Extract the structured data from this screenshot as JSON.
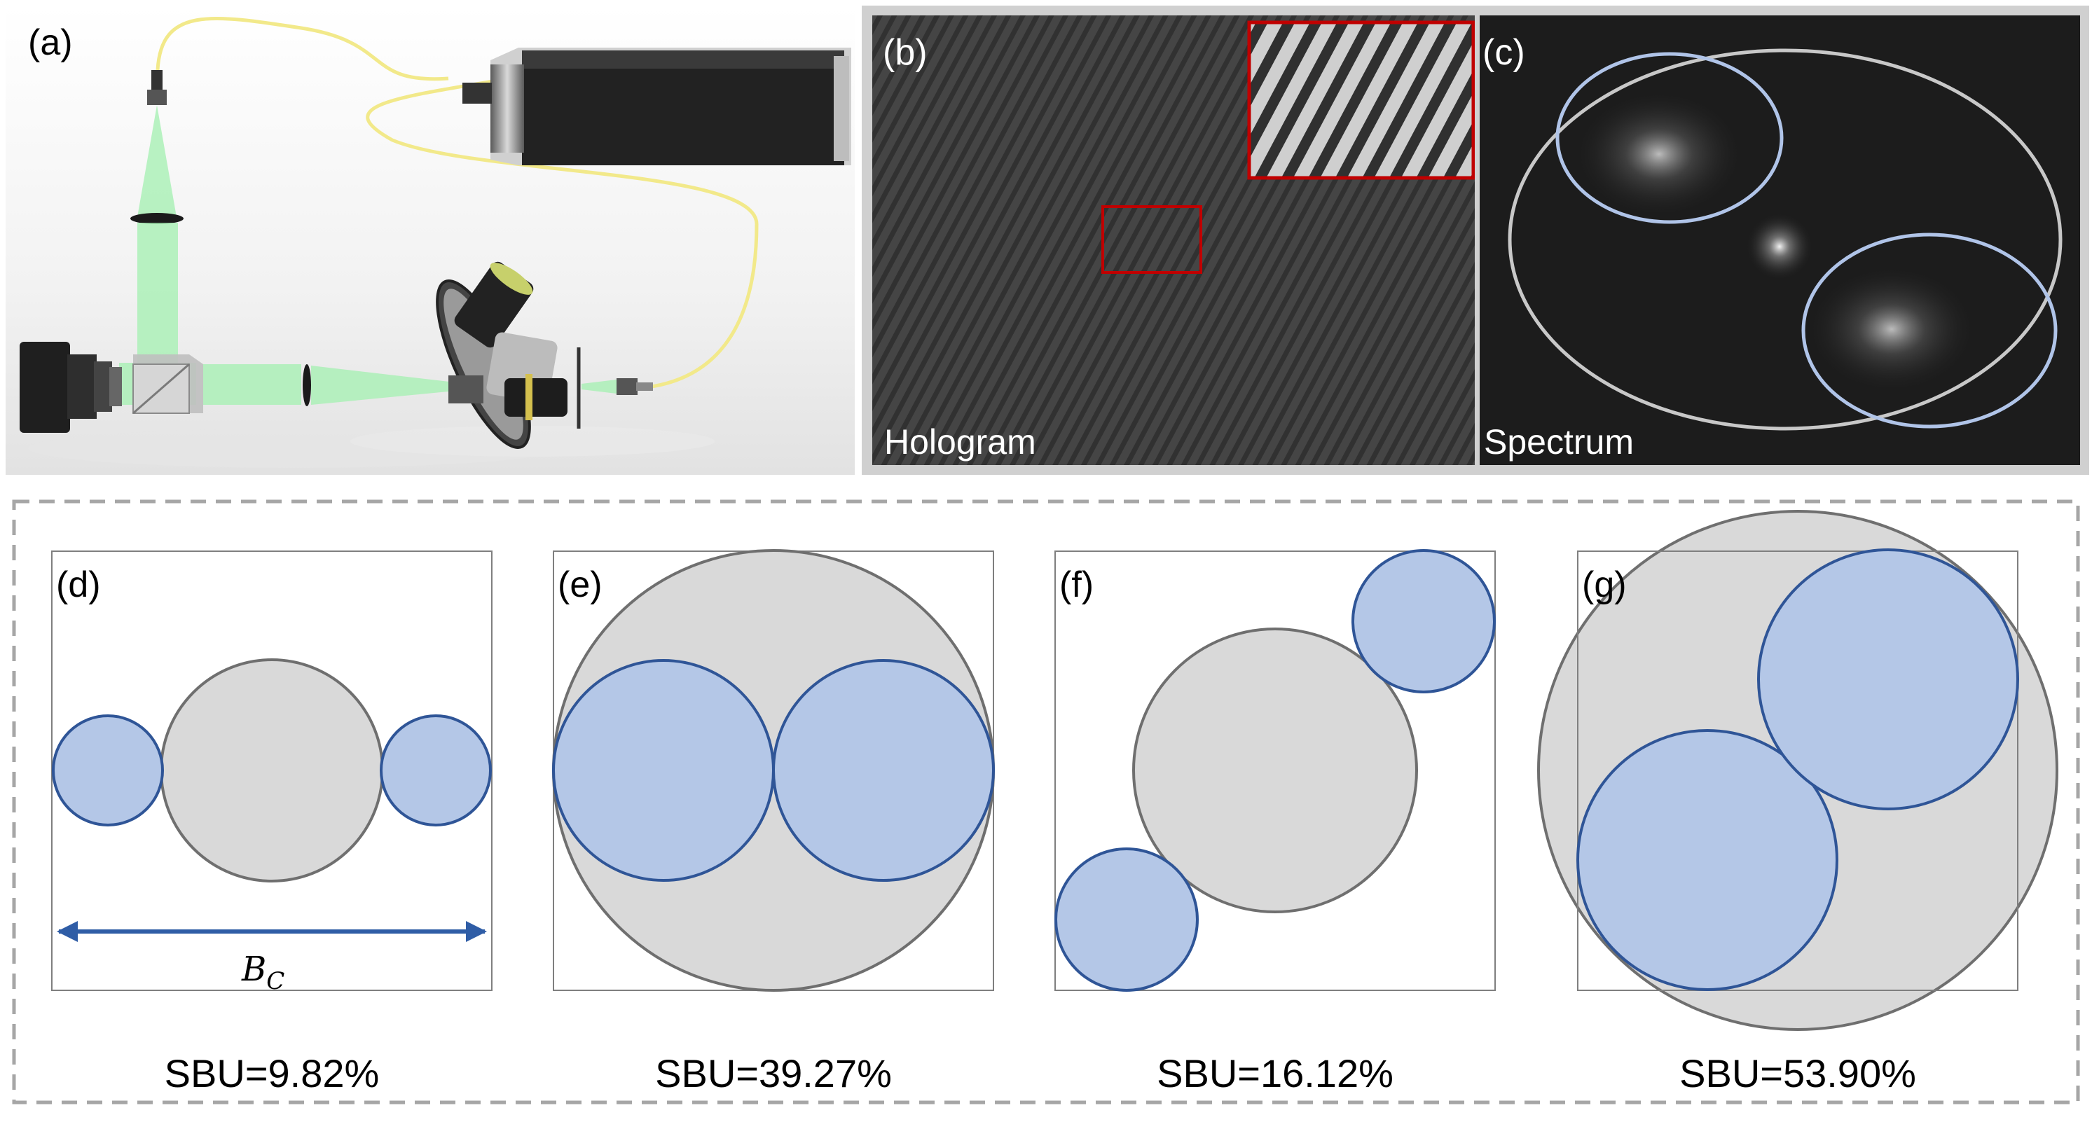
{
  "panels": {
    "a": {
      "letter": "(a)"
    },
    "b": {
      "letter": "(b)",
      "label": "Hologram"
    },
    "c": {
      "letter": "(c)",
      "label": "Spectrum"
    },
    "d": {
      "letter": "(d)",
      "sbu": "SBU=9.82%",
      "width_symbol": "B",
      "width_subscript": "C"
    },
    "e": {
      "letter": "(e)",
      "sbu": "SBU=39.27%"
    },
    "f": {
      "letter": "(f)",
      "sbu": "SBU=16.12%"
    },
    "g": {
      "letter": "(g)",
      "sbu": "SBU=53.90%"
    }
  },
  "colors": {
    "gray_fill": "#d9d9d9",
    "gray_stroke": "#6f6f6f",
    "blue_fill": "#b4c7e7",
    "blue_stroke": "#2f5597",
    "arrow": "#2f5da6",
    "inset_box": "#c00000",
    "beam": "#a8f0b4",
    "fiber": "#f2e98a",
    "dashed_border": "#a6a6a6",
    "ellipse_blue": "#b0c4e8",
    "ellipse_gray": "#c8c8c8"
  }
}
